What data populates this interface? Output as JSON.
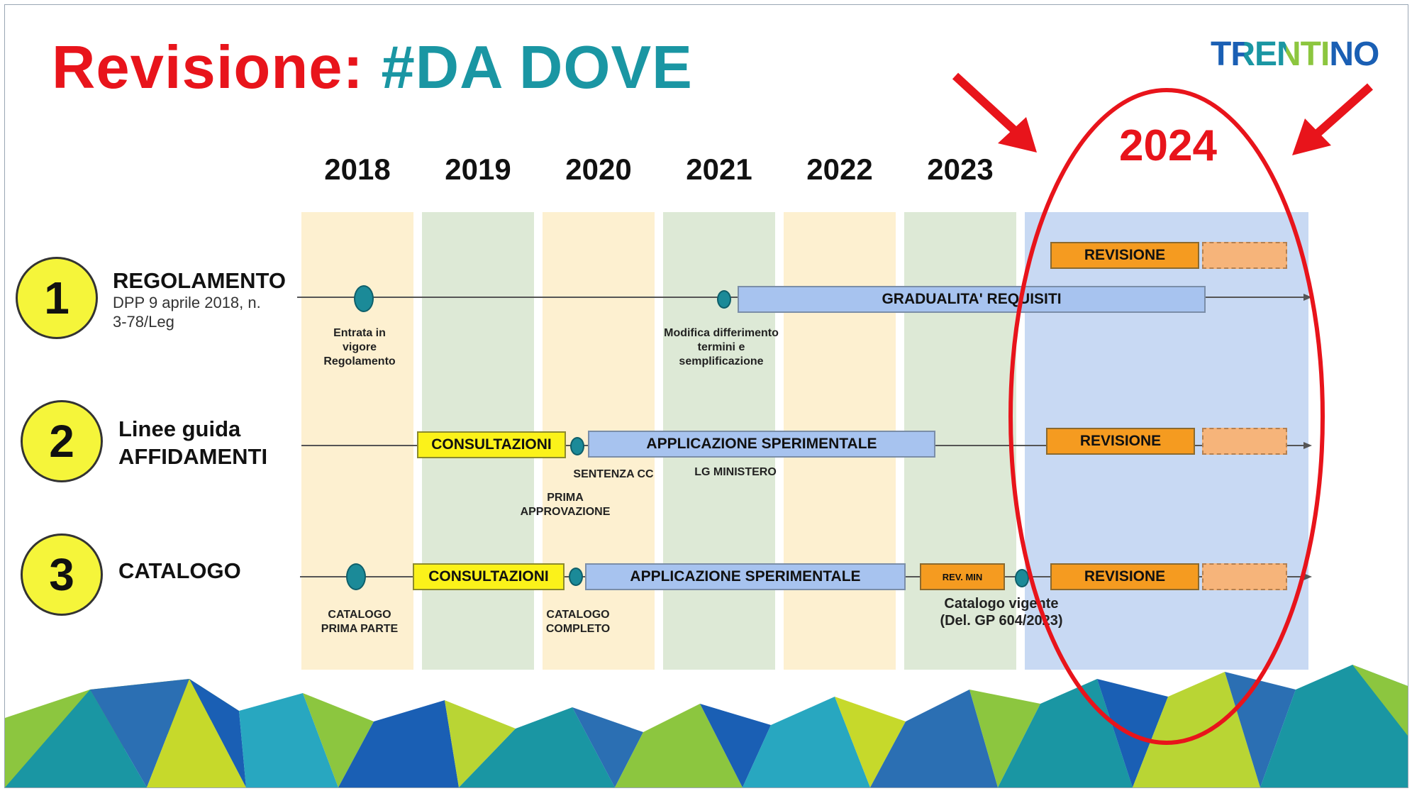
{
  "title": {
    "part1": "Revisione:",
    "part2": "#DA DOVE"
  },
  "logo": {
    "text": "TRENTINO"
  },
  "years": [
    "2018",
    "2019",
    "2020",
    "2021",
    "2022",
    "2023"
  ],
  "highlight_year": "2024",
  "rows": [
    {
      "number": "1",
      "title": "REGOLAMENTO",
      "subtitle_line1": "DPP 9 aprile 2018, n.",
      "subtitle_line2": "3-78/Leg",
      "bars": {
        "main": "GRADUALITA' REQUISITI",
        "revision": "REVISIONE"
      },
      "notes": {
        "entrata": [
          "Entrata in",
          "vigore",
          "Regolamento"
        ],
        "modifica": [
          "Modifica differimento",
          "termini e",
          "semplificazione"
        ]
      }
    },
    {
      "number": "2",
      "title_line1": "Linee guida",
      "title_line2": "AFFIDAMENTI",
      "bars": {
        "consultazioni": "CONSULTAZIONI",
        "main": "APPLICAZIONE SPERIMENTALE",
        "revision": "REVISIONE"
      },
      "notes": {
        "sentenza": "SENTENZA CC",
        "lg": "LG MINISTERO",
        "prima": [
          "PRIMA",
          "APPROVAZIONE"
        ]
      }
    },
    {
      "number": "3",
      "title": "CATALOGO",
      "bars": {
        "consultazioni": "CONSULTAZIONI",
        "main": "APPLICAZIONE SPERIMENTALE",
        "revmin": "REV. MIN",
        "revision": "REVISIONE"
      },
      "notes": {
        "prima_parte": [
          "CATALOGO",
          "PRIMA PARTE"
        ],
        "completo": [
          "CATALOGO",
          "COMPLETO"
        ],
        "vigente": [
          "Catalogo vigente",
          "(Del. GP 604/2023)"
        ]
      }
    }
  ],
  "colors": {
    "title_red": "#e8141b",
    "title_teal": "#1a96a3",
    "column_cream": "#fdf0d0",
    "column_green": "#dde9d6",
    "column_2024": "#c8d9f3",
    "bar_blue": "#a7c3ef",
    "bar_yellow": "#fbf21a",
    "bar_orange": "#f59b20",
    "circle_yellow": "#f5f53a",
    "annotation_red": "#e8141b"
  },
  "decorations": [
    "red-arrow-left",
    "red-arrow-right",
    "red-ellipse-2024",
    "polygon-mosaic-footer"
  ]
}
